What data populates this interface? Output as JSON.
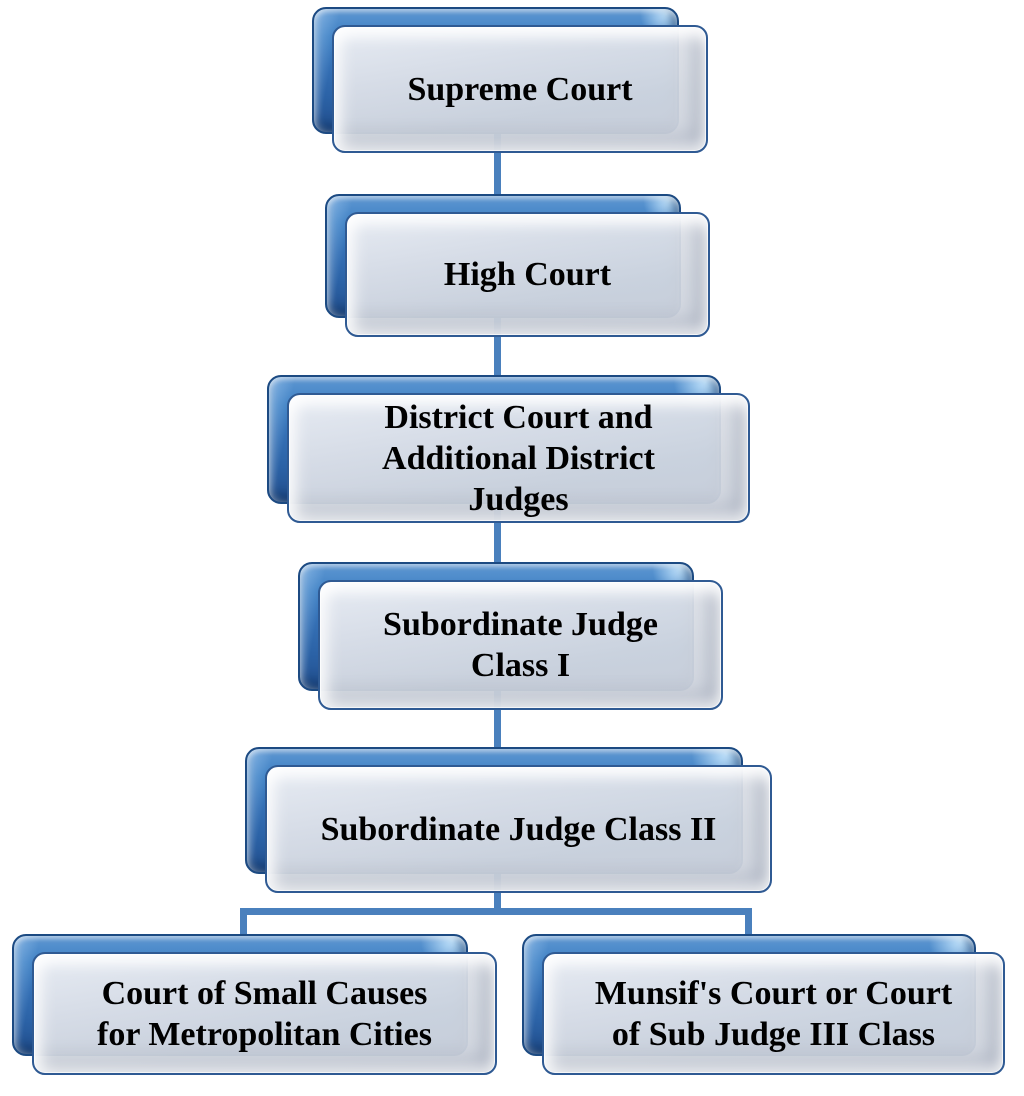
{
  "diagram": {
    "type": "hierarchy-flowchart",
    "subject": "Court hierarchy",
    "background": "#ffffff",
    "colors": {
      "back_box_blue": "#346fb4",
      "back_box_blue_light": "#5e97d2",
      "back_box_blue_dark": "#1c4a82",
      "front_box_fill": "#d9dde5",
      "front_box_border": "#2f5a93",
      "connector": "#4a80bd",
      "text": "#000000"
    },
    "nodes": [
      {
        "id": "supreme-court",
        "label": "Supreme Court",
        "lines": [
          "Supreme Court"
        ]
      },
      {
        "id": "high-court",
        "label": "High Court",
        "lines": [
          "High Court"
        ]
      },
      {
        "id": "district-court",
        "label": "District Court and Additional District Judges",
        "lines": [
          "District Court and",
          "Additional District",
          "Judges"
        ]
      },
      {
        "id": "subordinate-judge-class-1",
        "label": "Subordinate Judge Class I",
        "lines": [
          "Subordinate Judge",
          "Class I"
        ]
      },
      {
        "id": "subordinate-judge-class-2",
        "label": "Subordinate Judge Class II",
        "lines": [
          "Subordinate Judge Class II"
        ]
      },
      {
        "id": "court-of-small-causes",
        "label": "Court of Small Causes for Metropolitan Cities",
        "lines": [
          "Court of Small Causes",
          "for Metropolitan Cities"
        ]
      },
      {
        "id": "munsifs-court",
        "label": "Munsif's Court or Court of Sub Judge III Class",
        "lines": [
          "Munsif's Court or Court",
          "of Sub Judge III Class"
        ]
      }
    ],
    "edges": [
      {
        "from": "supreme-court",
        "to": "high-court"
      },
      {
        "from": "high-court",
        "to": "district-court"
      },
      {
        "from": "district-court",
        "to": "subordinate-judge-class-1"
      },
      {
        "from": "subordinate-judge-class-1",
        "to": "subordinate-judge-class-2"
      },
      {
        "from": "subordinate-judge-class-2",
        "to": "court-of-small-causes"
      },
      {
        "from": "subordinate-judge-class-2",
        "to": "munsifs-court"
      }
    ]
  }
}
